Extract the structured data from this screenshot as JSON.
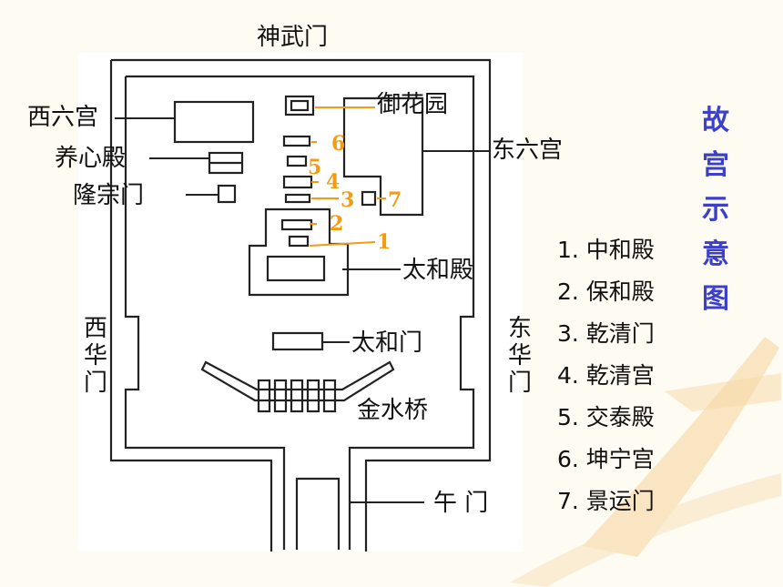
{
  "title": "故宫示意图",
  "labels": {
    "shenwu_gate": "神武门",
    "imperial_garden": "御花园",
    "west_six_palaces": "西六宫",
    "east_six_palaces": "东六宫",
    "yangxin_hall": "养心殿",
    "longzong_gate": "隆宗门",
    "taihe_hall": "太和殿",
    "taihe_gate": "太和门",
    "xihua_gate": "西华门",
    "donghua_gate": "东华门",
    "jinshui_bridge": "金水桥",
    "meridian_gate": "午 门"
  },
  "markers": [
    "1",
    "2",
    "3",
    "4",
    "5",
    "6",
    "7"
  ],
  "legend": [
    "1. 中和殿",
    "2. 保和殿",
    "3. 乾清门",
    "4. 乾清宫",
    "5. 交泰殿",
    "6. 坤宁宫",
    "7. 景运门"
  ],
  "colors": {
    "title": "#3b3fc9",
    "markers": "#f39c12",
    "background_swoosh": "#f7d9a6"
  }
}
